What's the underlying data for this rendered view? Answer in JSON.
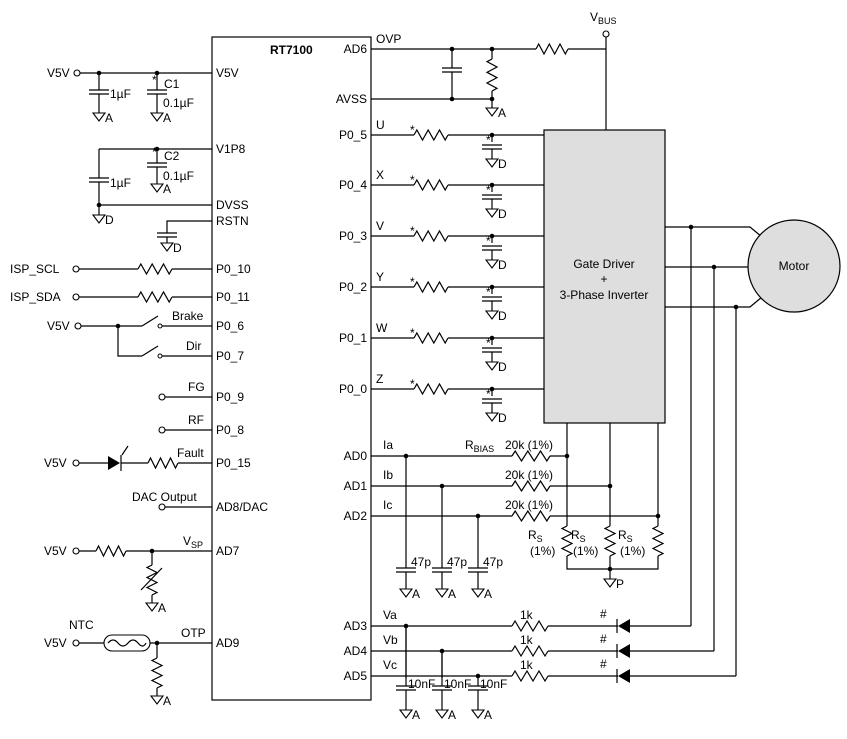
{
  "chip": {
    "name": "RT7100",
    "left_pins": [
      "V5V",
      "V1P8",
      "DVSS",
      "RSTN",
      "P0_10",
      "P0_11",
      "P0_6",
      "P0_7",
      "P0_9",
      "P0_8",
      "P0_15",
      "AD8/DAC",
      "AD7",
      "AD9"
    ],
    "right_pins": [
      "AD6",
      "AVSS",
      "P0_5",
      "P0_4",
      "P0_3",
      "P0_2",
      "P0_1",
      "P0_0",
      "AD0",
      "AD1",
      "AD2",
      "AD3",
      "AD4",
      "AD5"
    ]
  },
  "power": {
    "v5v": "V5V",
    "vbus": "V",
    "vbus_sub": "BUS"
  },
  "grounds": {
    "analog": "A",
    "digital": "D",
    "power": "P"
  },
  "caps": {
    "c1": "C1",
    "c2": "C2",
    "one_uf": "1µF",
    "point1_uf": "0.1µF",
    "p47": "47p",
    "n10": "10nF"
  },
  "signals": {
    "isp_scl": "ISP_SCL",
    "isp_sda": "ISP_SDA",
    "brake": "Brake",
    "dir": "Dir",
    "fg": "FG",
    "rf": "RF",
    "fault": "Fault",
    "dac_output": "DAC Output",
    "vsp": "V",
    "vsp_sub": "SP",
    "ntc": "NTC",
    "otp": "OTP",
    "ovp": "OVP"
  },
  "phases": [
    "U",
    "X",
    "V",
    "Y",
    "W",
    "Z"
  ],
  "currents": [
    "Ia",
    "Ib",
    "Ic"
  ],
  "voltages": [
    "Va",
    "Vb",
    "Vc"
  ],
  "resistors": {
    "rbias": "R",
    "rbias_sub": "BIAS",
    "r20k": "20k (1%)",
    "rs": "R",
    "rs_sub": "S",
    "rs_tol": "(1%)",
    "r1k": "1k"
  },
  "marks": {
    "star": "*",
    "hash": "#"
  },
  "gate_driver": {
    "line1": "Gate Driver",
    "line2": "+",
    "line3": "3-Phase Inverter"
  },
  "motor": "Motor"
}
